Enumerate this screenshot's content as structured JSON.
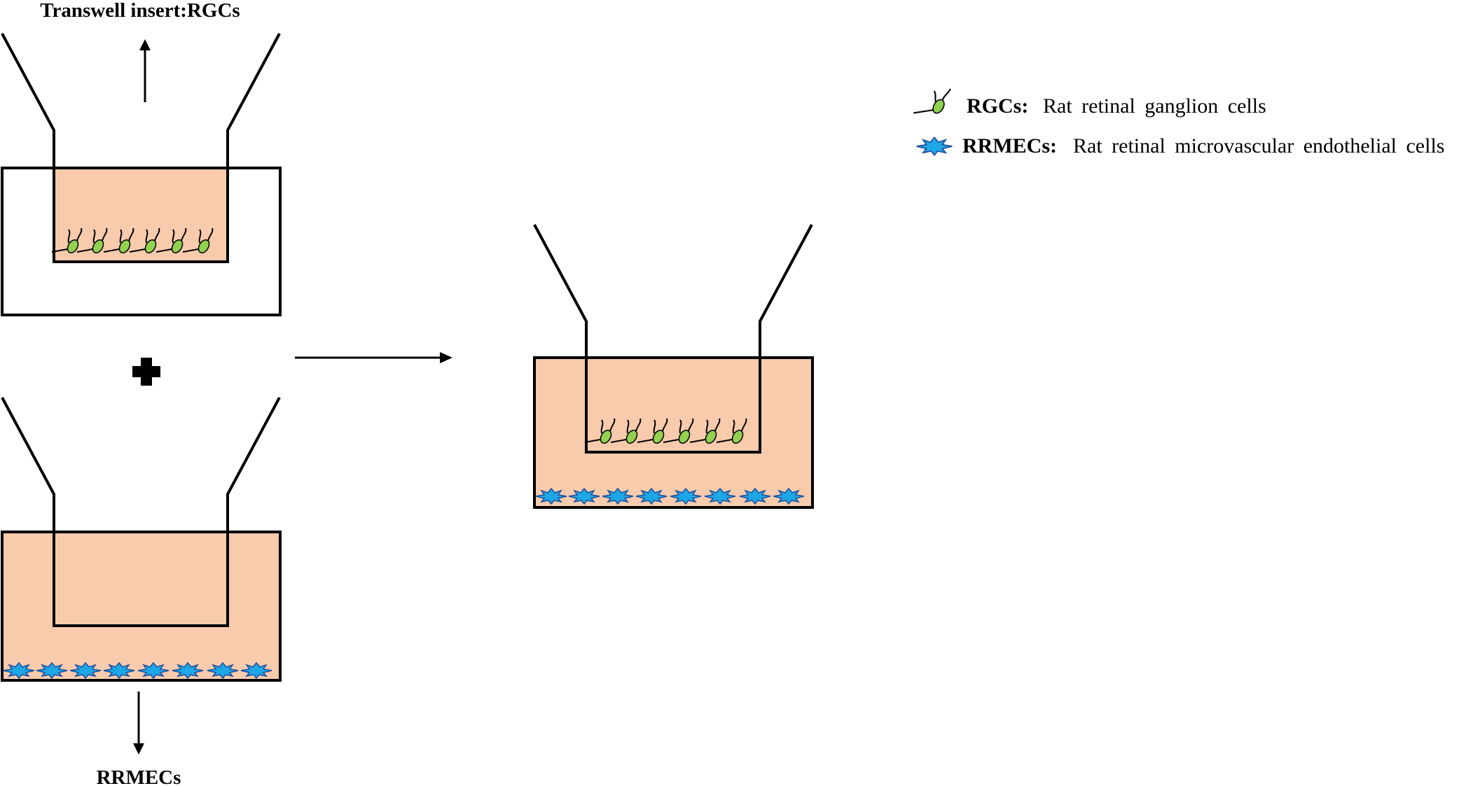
{
  "labels": {
    "insert_title": "Transwell insert:RGCs",
    "bottom_label": "RRMECs"
  },
  "legend": {
    "items": [
      {
        "key": "RGCs:",
        "text": "Rat retinal ganglion cells",
        "icon": "rgc-cell-icon"
      },
      {
        "key": "RRMECs:",
        "text": "Rat retinal microvascular endothelial cells",
        "icon": "rrmec-cell-icon"
      }
    ]
  },
  "colors": {
    "medium_fill": "#f8cbad",
    "rgc_cell": "#92d050",
    "rrmec_cell": "#1ea7e6",
    "rrmec_outline": "#1f4e9c",
    "line": "#000000"
  }
}
